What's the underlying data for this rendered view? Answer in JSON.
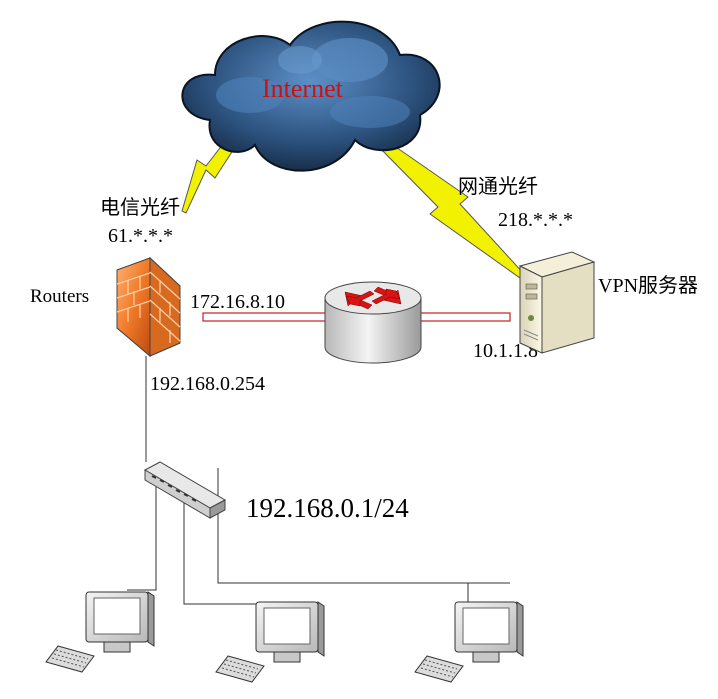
{
  "colors": {
    "internet_text": "#cc1111",
    "lightning": "#f2f200",
    "firewall": "#f07a28",
    "router_arrows": "#d81414",
    "tunnel": "#c82020",
    "cloud_dark": "#0e1c2e",
    "cloud_light": "#4a7fb8"
  },
  "cloud": {
    "label": "Internet",
    "icon": "cloud-icon"
  },
  "links": {
    "telecom_label": "电信光纤",
    "telecom_ip": "61.*.*.*",
    "netcom_label": "网通光纤",
    "netcom_ip": "218.*.*.*"
  },
  "firewall": {
    "label": "Routers",
    "lan_ip": "192.168.0.254",
    "icon": "firewall-icon"
  },
  "router": {
    "left_ip": "172.16.8.10",
    "right_ip": "10.1.1.8",
    "icon": "router-icon"
  },
  "vpn_server": {
    "label": "VPN服务器",
    "icon": "server-icon"
  },
  "switch": {
    "subnet": "192.168.0.1/24",
    "icon": "switch-icon"
  },
  "clients": [
    {
      "icon": "computer-icon"
    },
    {
      "icon": "computer-icon"
    },
    {
      "icon": "computer-icon"
    }
  ]
}
